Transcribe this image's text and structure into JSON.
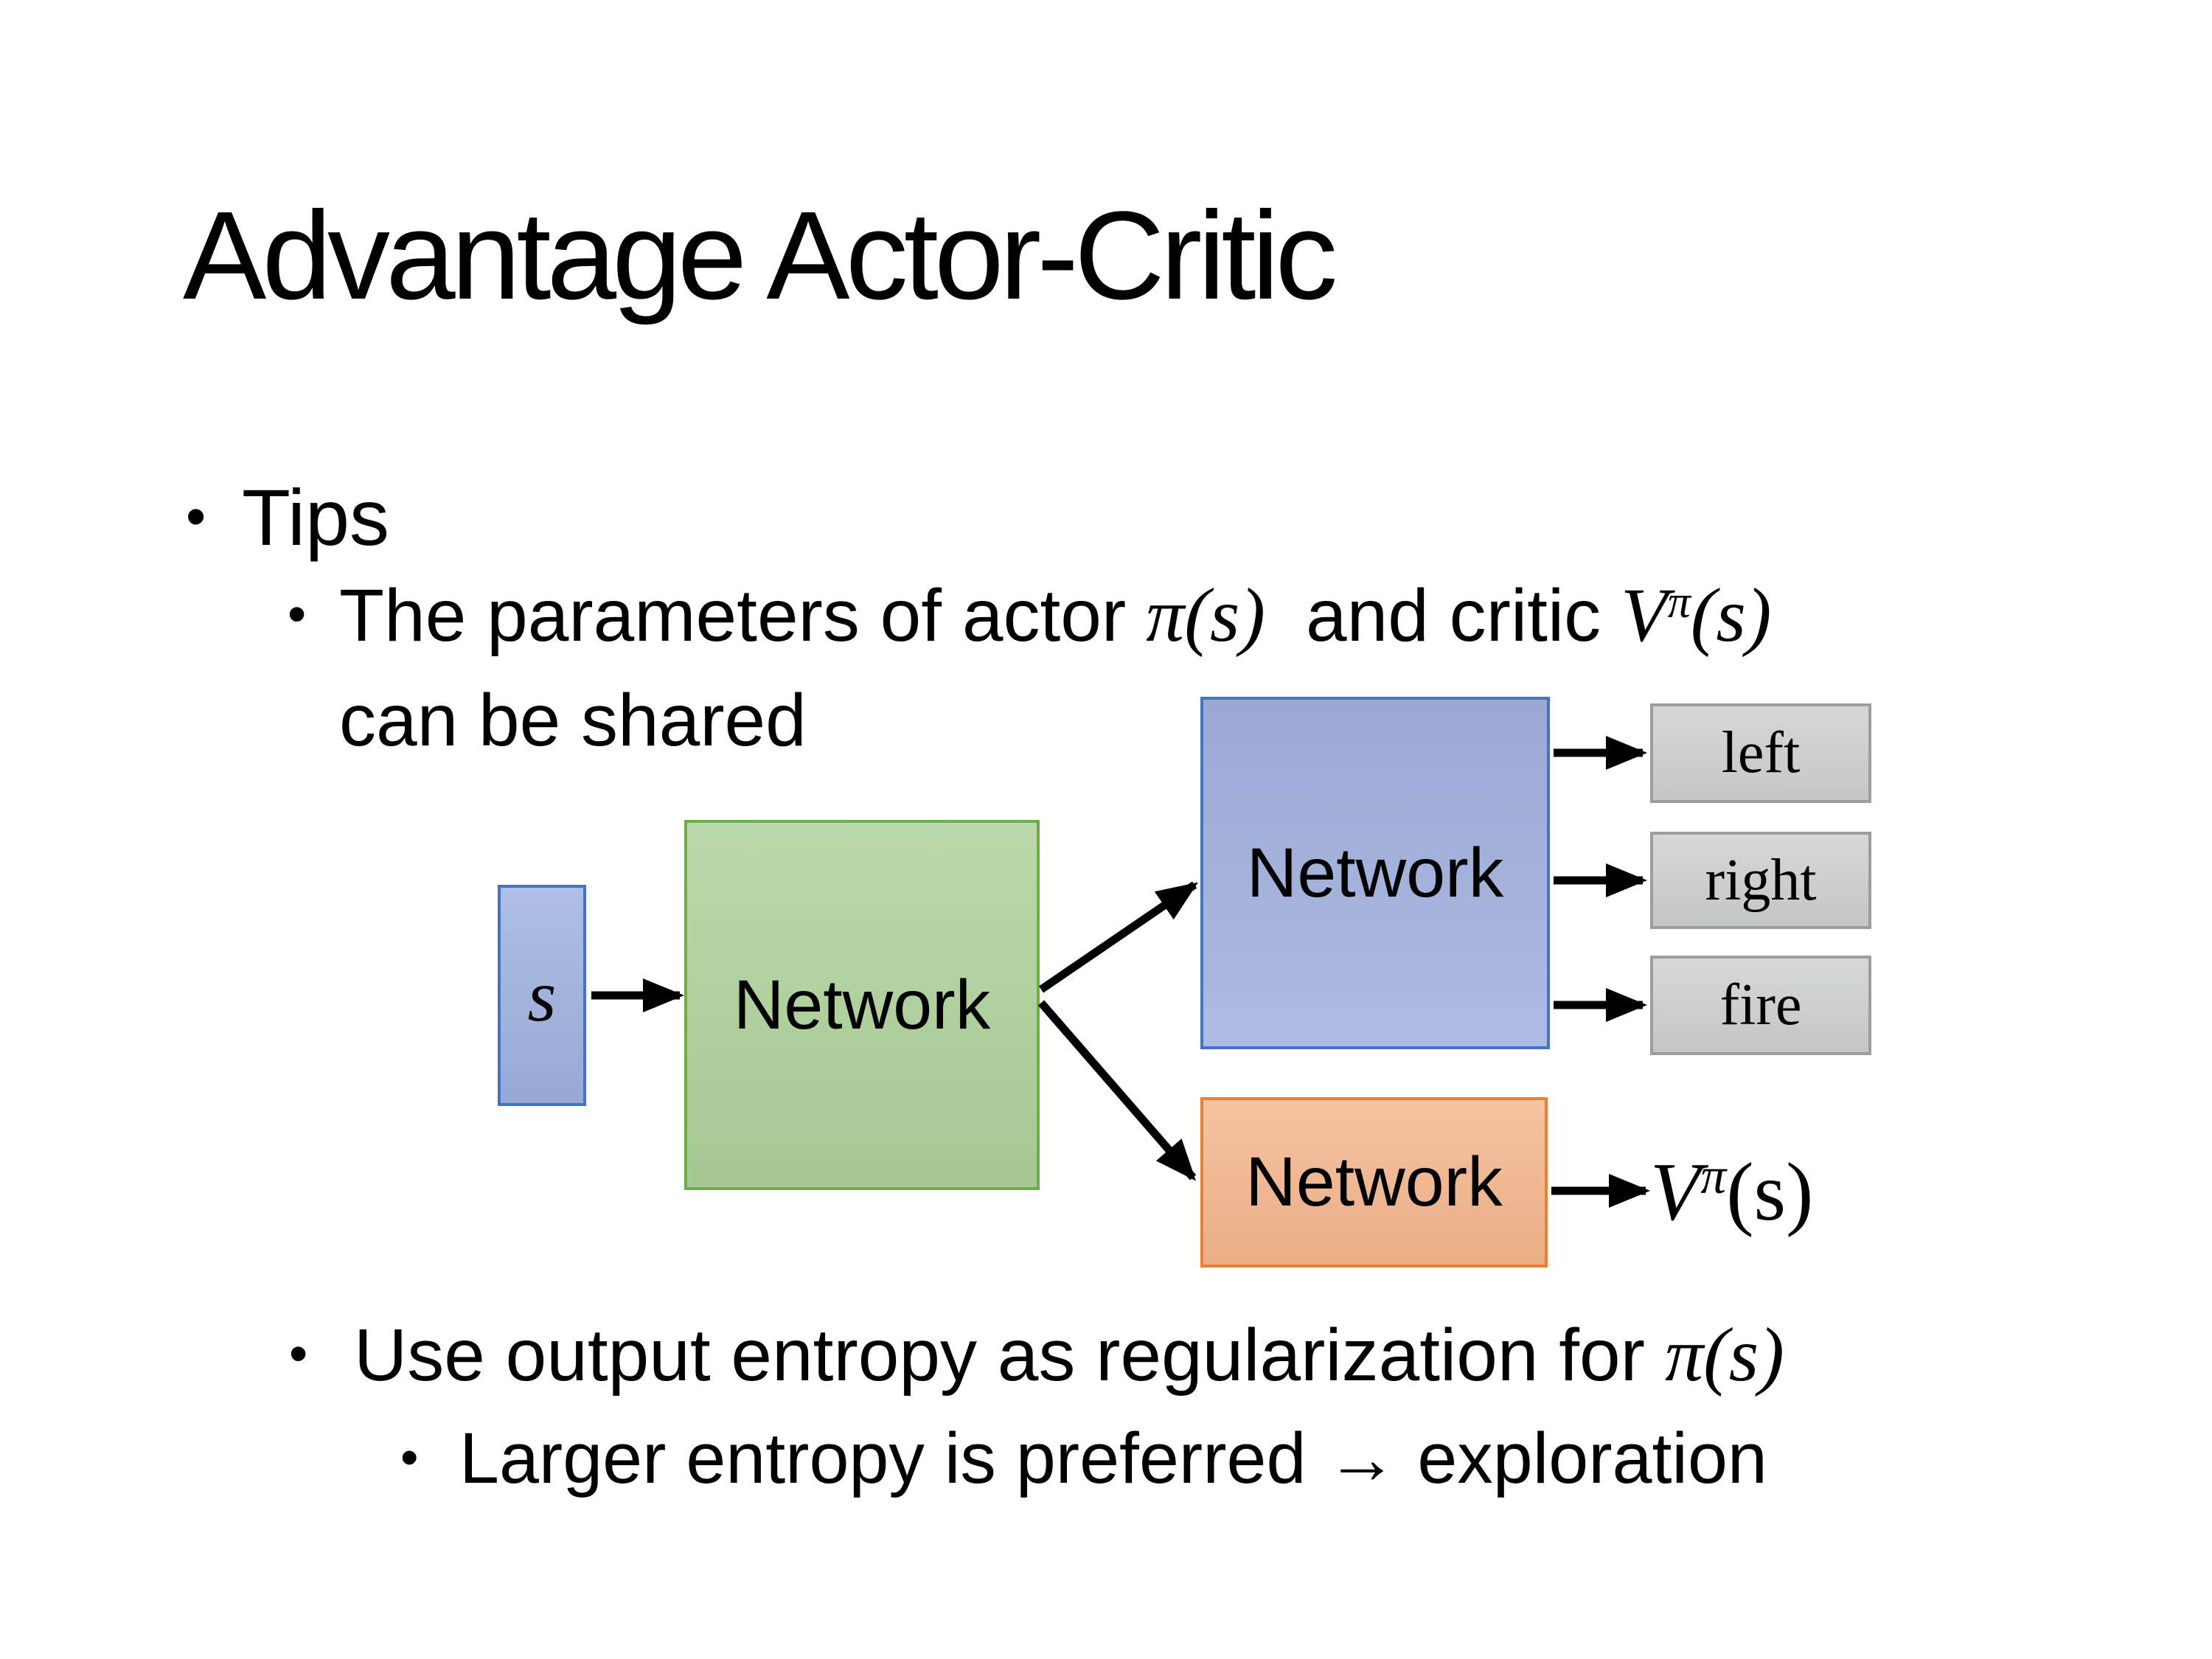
{
  "slide": {
    "title": "Advantage Actor-Critic",
    "bullet_glyph": "•",
    "tips_label": "Tips",
    "share_bullet": {
      "text_before": "The parameters of actor",
      "actor_math": "π(s)",
      "text_between": "and critic",
      "critic_base": "V",
      "critic_sup": "π",
      "critic_args": "(s)",
      "wrap_line": "can be shared"
    },
    "entropy_bullet": {
      "text_before": "Use output entropy as regularization for",
      "policy_math": "π(s)"
    },
    "exploration_bullet": "Larger entropy is preferred → exploration"
  },
  "diagram": {
    "state_label": "s",
    "shared_network_label": "Network",
    "actor_network_label": "Network",
    "critic_network_label": "Network",
    "action_labels": {
      "left": "left",
      "right": "right",
      "fire": "fire"
    },
    "value_output": {
      "base": "V",
      "sup": "π",
      "args": "(s)"
    }
  },
  "colors": {
    "background": "#ffffff",
    "text": "#000000",
    "state_fill": "#9fb2df",
    "state_border": "#4472c4",
    "shared_fill": "#aed29a",
    "shared_border": "#6fae44",
    "actor_fill": "#a2b2df",
    "actor_border": "#4472c4",
    "critic_fill": "#f5b78e",
    "critic_border": "#ed7d31",
    "action_fill": "#cfd0d0",
    "action_border": "#9d9d9d",
    "arrow": "#000000"
  }
}
